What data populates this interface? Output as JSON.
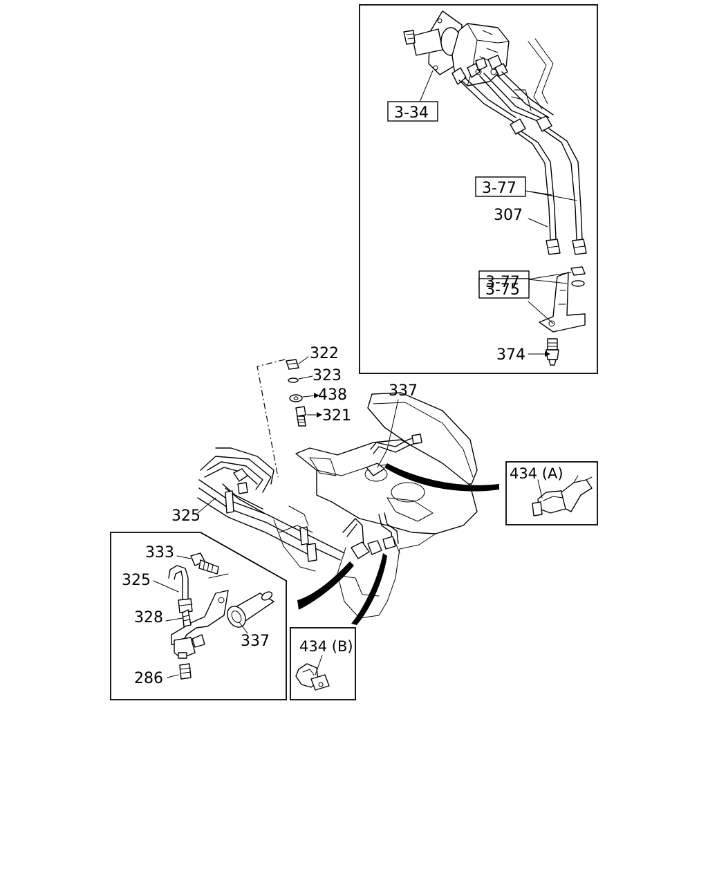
{
  "callouts": {
    "c3_34": "3-34",
    "c3_77a": "3-77",
    "c307": "307",
    "c3_77b": "3-77",
    "c3_75": "3-75",
    "c374": "374",
    "c322": "322",
    "c323": "323",
    "c438": "438",
    "c321": "321",
    "c337a": "337",
    "c325a": "325",
    "c434a": "434 (A)",
    "c333": "333",
    "c325b": "325",
    "c328": "328",
    "c337b": "337",
    "c286": "286",
    "c434b": "434 (B)"
  }
}
